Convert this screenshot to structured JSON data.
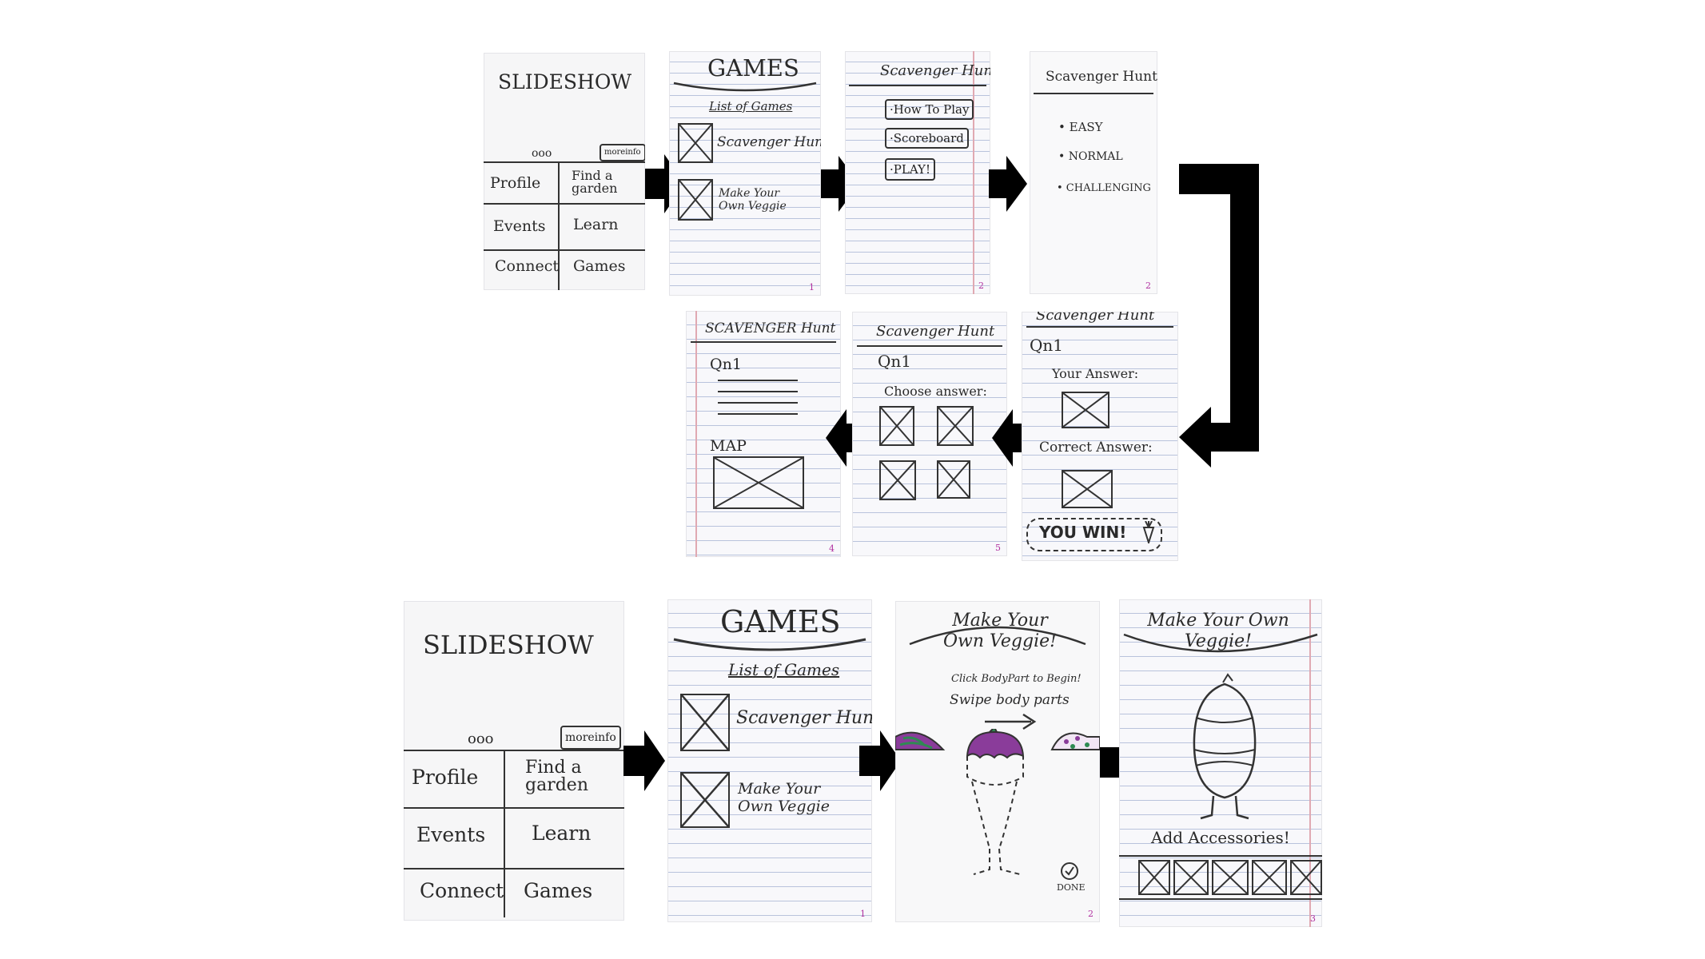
{
  "home": {
    "slideshow": "SLIDESHOW",
    "dots": "ooo",
    "more_info": "moreinfo",
    "profile": "Profile",
    "find_garden": "Find a garden",
    "events": "Events",
    "learn": "Learn",
    "connect": "Connect",
    "games": "Games"
  },
  "games_screen": {
    "title": "GAMES",
    "list_title": "List of Games",
    "item1": "Scavenger Hunt",
    "item2": "Make Your Own Veggie",
    "page": "1"
  },
  "hunt_menu": {
    "title": "Scavenger Hunt",
    "how_to_play": "·How To Play",
    "scoreboard": "·Scoreboard",
    "play": "·PLAY!",
    "page": "2"
  },
  "difficulty": {
    "title": "Scavenger Hunt",
    "easy": "• EASY",
    "normal": "• NORMAL",
    "challenging": "• CHALLENGING",
    "page": "2"
  },
  "question_map": {
    "title": "SCAVENGER Hunt",
    "qn": "Qn1",
    "map": "MAP",
    "page": "4"
  },
  "choose_answer": {
    "title": "Scavenger Hunt",
    "qn": "Qn1",
    "prompt": "Choose answer:",
    "page": "5"
  },
  "result": {
    "title": "Scavenger Hunt",
    "qn": "Qn1",
    "your_answer": "Your Answer:",
    "correct_answer": "Correct Answer:",
    "win": "YOU WIN!"
  },
  "veggie_build": {
    "title": "Make Your Own Veggie!",
    "instruction": "Click BodyPart to Begin!",
    "swipe": "Swipe body parts",
    "done": "DONE",
    "page": "2"
  },
  "veggie_accessories": {
    "title": "Make Your Own Veggie!",
    "add": "Add Accessories!",
    "page": "3"
  },
  "colors": {
    "arrow": "#000000",
    "ink": "#2a2a2a",
    "purple": "#8a3c9a",
    "green": "#2f8a52"
  }
}
